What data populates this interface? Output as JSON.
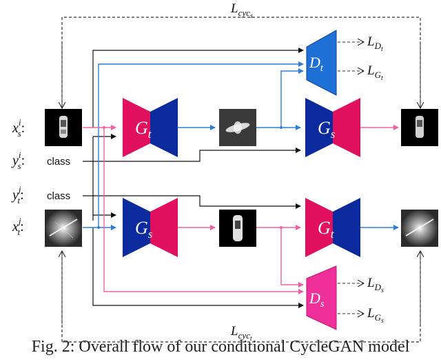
{
  "losses": {
    "cyc_s": {
      "main": "L",
      "sub": "cyc",
      "subsub": "s"
    },
    "cyc_t": {
      "main": "L",
      "sub": "cyc",
      "subsub": "t"
    },
    "d_t": {
      "main": "L",
      "sub": "D",
      "subsub": "t"
    },
    "g_t": {
      "main": "L",
      "sub": "G",
      "subsub": "t"
    },
    "d_s": {
      "main": "L",
      "sub": "D",
      "subsub": "s"
    },
    "g_s": {
      "main": "L",
      "sub": "G",
      "subsub": "s"
    }
  },
  "inputs": {
    "xs": {
      "var": "x",
      "sub": "s",
      "sup": "i",
      "colon": ":"
    },
    "ys": {
      "var": "y",
      "sub": "s",
      "sup": "i",
      "colon": ":",
      "value": "class"
    },
    "yt": {
      "var": "y",
      "sub": "t",
      "sup": "j",
      "colon": ":",
      "value": "class"
    },
    "xt": {
      "var": "x",
      "sub": "t",
      "sup": "j",
      "colon": ":"
    }
  },
  "blocks": {
    "gen_t_top": {
      "main": "G",
      "sub": "t"
    },
    "gen_s_top": {
      "main": "G",
      "sub": "s"
    },
    "gen_s_bottom": {
      "main": "G",
      "sub": "s"
    },
    "gen_t_bottom": {
      "main": "G",
      "sub": "t"
    },
    "disc_t": {
      "main": "D",
      "sub": "t"
    },
    "disc_s": {
      "main": "D",
      "sub": "s"
    }
  },
  "colors": {
    "pink": "#e0105e",
    "navy": "#0a2a9e",
    "blue_light": "#1e6fd6",
    "pink_light": "#f0309a",
    "arrow_blue": "#2f7fd9",
    "arrow_pink": "#f060a0",
    "black": "#111111"
  },
  "caption": "Fig. 2: Overall flow of our conditional CycleGAN model"
}
